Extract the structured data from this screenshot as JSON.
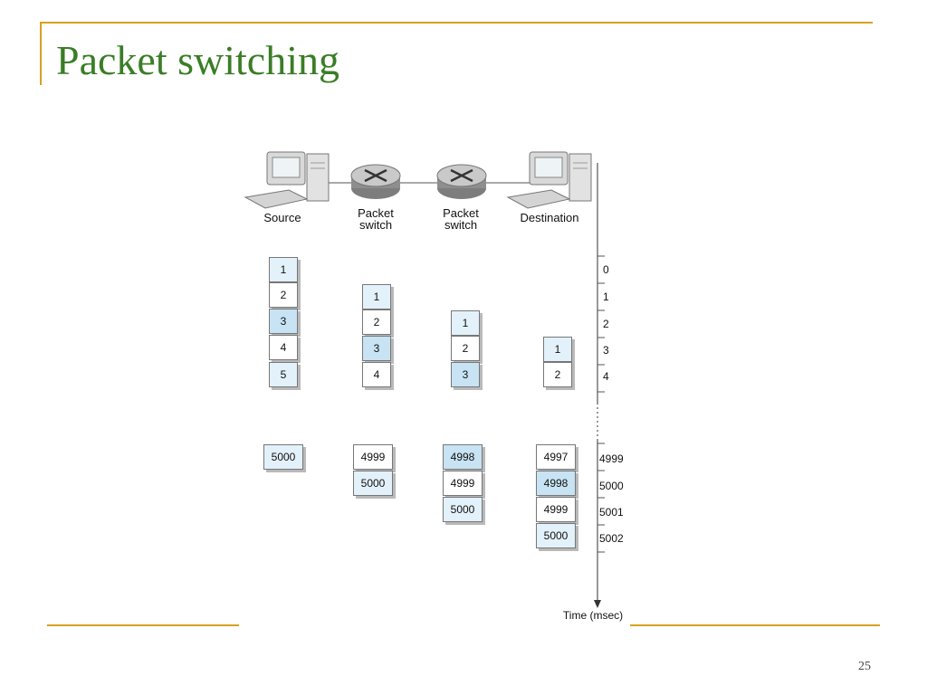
{
  "slide": {
    "title": "Packet switching",
    "page_number": "25"
  },
  "diagram": {
    "nodes": [
      {
        "label": "Source"
      },
      {
        "label": "Packet switch"
      },
      {
        "label": "Packet switch"
      },
      {
        "label": "Destination"
      }
    ],
    "top_columns": [
      {
        "node": "Source",
        "packets": [
          "1",
          "2",
          "3",
          "4",
          "5"
        ]
      },
      {
        "node": "Packet switch 1",
        "packets": [
          "1",
          "2",
          "3",
          "4"
        ]
      },
      {
        "node": "Packet switch 2",
        "packets": [
          "1",
          "2",
          "3"
        ]
      },
      {
        "node": "Destination",
        "packets": [
          "1",
          "2"
        ]
      }
    ],
    "bottom_columns": [
      {
        "node": "Source",
        "packets": [
          "5000"
        ]
      },
      {
        "node": "Packet switch 1",
        "packets": [
          "4999",
          "5000"
        ]
      },
      {
        "node": "Packet switch 2",
        "packets": [
          "4998",
          "4999",
          "5000"
        ]
      },
      {
        "node": "Destination",
        "packets": [
          "4997",
          "4998",
          "4999",
          "5000"
        ]
      }
    ],
    "time_axis": {
      "top_ticks": [
        "0",
        "1",
        "2",
        "3",
        "4"
      ],
      "bottom_ticks": [
        "4999",
        "5000",
        "5001",
        "5002"
      ],
      "label": "Time (msec)"
    },
    "colors": {
      "title": "#3a7d26",
      "rule": "#d7a21d",
      "packet_blue": "#c7e3f4",
      "packet_light": "#e3f1fa"
    }
  }
}
